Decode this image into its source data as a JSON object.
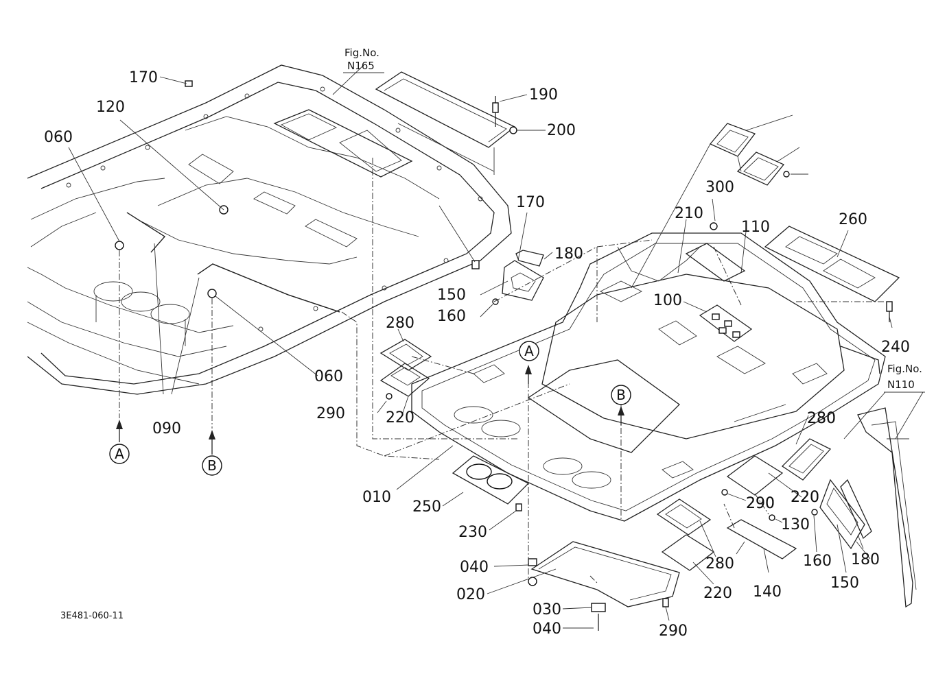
{
  "diagram": {
    "drawing_code": "3E481-060-11",
    "figure_refs": [
      {
        "label": "Fig.No.",
        "number": "N165"
      },
      {
        "label": "Fig.No.",
        "number": "N110"
      }
    ],
    "connectors": [
      "A",
      "B"
    ],
    "callouts": [
      "170",
      "120",
      "060",
      "090",
      "060",
      "190",
      "200",
      "170",
      "180",
      "150",
      "160",
      "280",
      "220",
      "290",
      "300",
      "210",
      "110",
      "260",
      "240",
      "100",
      "280",
      "290",
      "220",
      "010",
      "250",
      "230",
      "040",
      "020",
      "030",
      "040",
      "290",
      "280",
      "220",
      "290",
      "130",
      "160",
      "150",
      "180",
      "280",
      "220",
      "140"
    ]
  }
}
